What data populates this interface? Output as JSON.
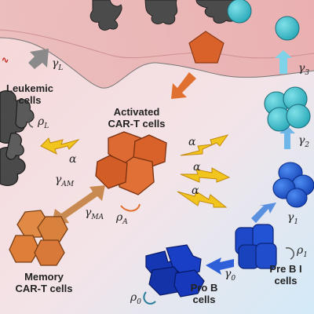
{
  "labels": {
    "leukemic": [
      "Leukemic",
      "cells"
    ],
    "activated": [
      "Activated",
      "CAR-T cells"
    ],
    "memory": [
      "Memory",
      "CAR-T cells"
    ],
    "pro_b": [
      "Pro B",
      "cells"
    ],
    "pre_b": [
      "Pre B I",
      "cells"
    ]
  },
  "symbols": {
    "gamma_L": {
      "base": "γ",
      "sub": "L"
    },
    "rho_L": {
      "base": "ρ",
      "sub": "L"
    },
    "gamma_3": {
      "base": "γ",
      "sub": "3"
    },
    "gamma_2": {
      "base": "γ",
      "sub": "2"
    },
    "gamma_1": {
      "base": "γ",
      "sub": "1"
    },
    "rho_1": {
      "base": "ρ",
      "sub": "1"
    },
    "gamma_0": {
      "base": "γ",
      "sub": "0"
    },
    "rho_0": {
      "base": "ρ",
      "sub": "0"
    },
    "rho_A": {
      "base": "ρ",
      "sub": "A"
    },
    "gamma_AM": {
      "base": "γ",
      "sub": "AM"
    },
    "gamma_MA": {
      "base": "γ",
      "sub": "MA"
    },
    "alpha_1": {
      "base": "α",
      "sub": ""
    },
    "alpha_2": {
      "base": "α",
      "sub": ""
    },
    "alpha_3": {
      "base": "α",
      "sub": ""
    },
    "alpha_4": {
      "base": "α",
      "sub": ""
    }
  },
  "colors": {
    "leukemic_cell": "#4a4a4a",
    "car_t_cell": "#d9622b",
    "pro_b_cell": "#1a3fc7",
    "pre_b_cell": "#1f5fd6",
    "mature_b_cell": "#3fb7c4",
    "killing_arrow": "#f0c21c",
    "transition_arrow": "#5a90e0",
    "memory_arrow": "#c98a52",
    "gray_arrow": "#8a8a8a",
    "top_band": "#e8b8b8",
    "background_left": "#f6dcdc",
    "background_right": "#d9ecf7"
  }
}
